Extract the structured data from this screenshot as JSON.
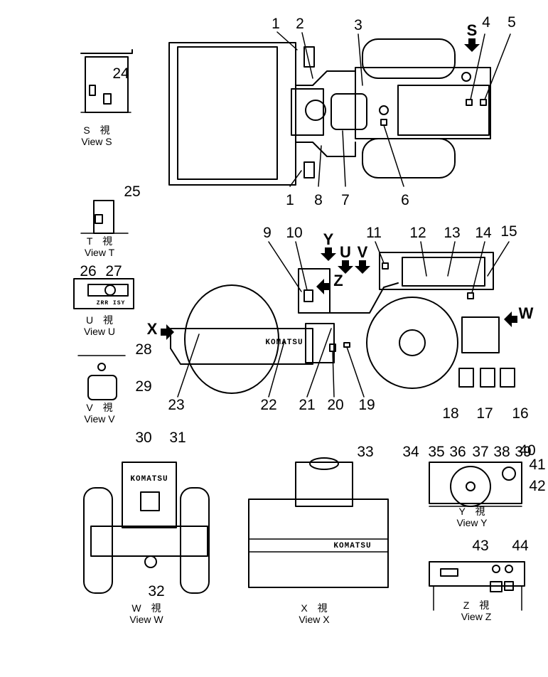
{
  "callouts": [
    "1",
    "2",
    "3",
    "4",
    "5",
    "6",
    "7",
    "8",
    "9",
    "10",
    "11",
    "12",
    "13",
    "14",
    "15",
    "16",
    "17",
    "18",
    "19",
    "20",
    "21",
    "22",
    "23",
    "24",
    "25",
    "26",
    "27",
    "28",
    "29",
    "30",
    "31",
    "32",
    "33",
    "34",
    "35",
    "36",
    "37",
    "38",
    "39",
    "40",
    "41",
    "42",
    "43",
    "44"
  ],
  "duplicate_callout": "1",
  "views": {
    "S": {
      "caption_jp": "S　視",
      "caption_en": "View  S"
    },
    "T": {
      "caption_jp": "T　視",
      "caption_en": "View  T"
    },
    "U": {
      "caption_jp": "U　視",
      "caption_en": "View  U"
    },
    "V": {
      "caption_jp": "V　視",
      "caption_en": "View  V"
    },
    "W": {
      "caption_jp": "W　視",
      "caption_en": "View  W"
    },
    "X": {
      "caption_jp": "X　視",
      "caption_en": "View  X"
    },
    "Y": {
      "caption_jp": "Y　視",
      "caption_en": "View  Y"
    },
    "Z": {
      "caption_jp": "Z　視",
      "caption_en": "View  Z"
    }
  },
  "direction_markers": [
    "S",
    "Y",
    "U",
    "V",
    "Z",
    "X",
    "W"
  ],
  "decals": {
    "brand_side": "KOMATSU",
    "brand_front": "KOMATSU",
    "brand_drum": "KOMATSU",
    "view_u_plate": "ZRR  ISY"
  },
  "icons": {
    "arrow": "arrow-icon",
    "steering_wheel": "steering-wheel-icon"
  }
}
